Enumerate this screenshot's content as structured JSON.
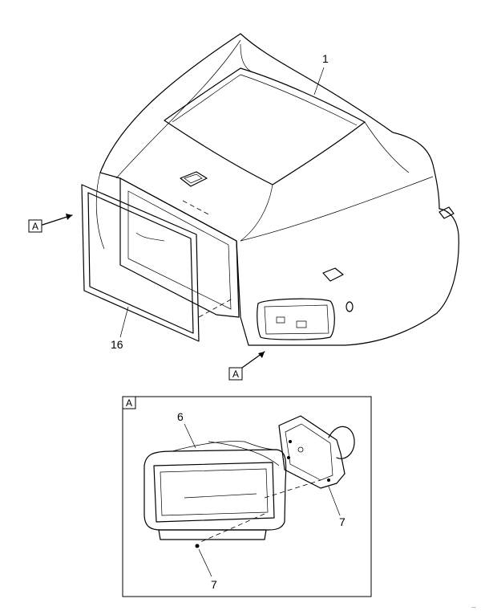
{
  "callouts": {
    "hood": "1",
    "grille_frame": "16",
    "duct": "6",
    "fastener_right": "7",
    "fastener_bottom": "7"
  },
  "view_markers": {
    "left": "A",
    "bottom": "A",
    "detail_box": "A"
  },
  "corner_code": "..."
}
